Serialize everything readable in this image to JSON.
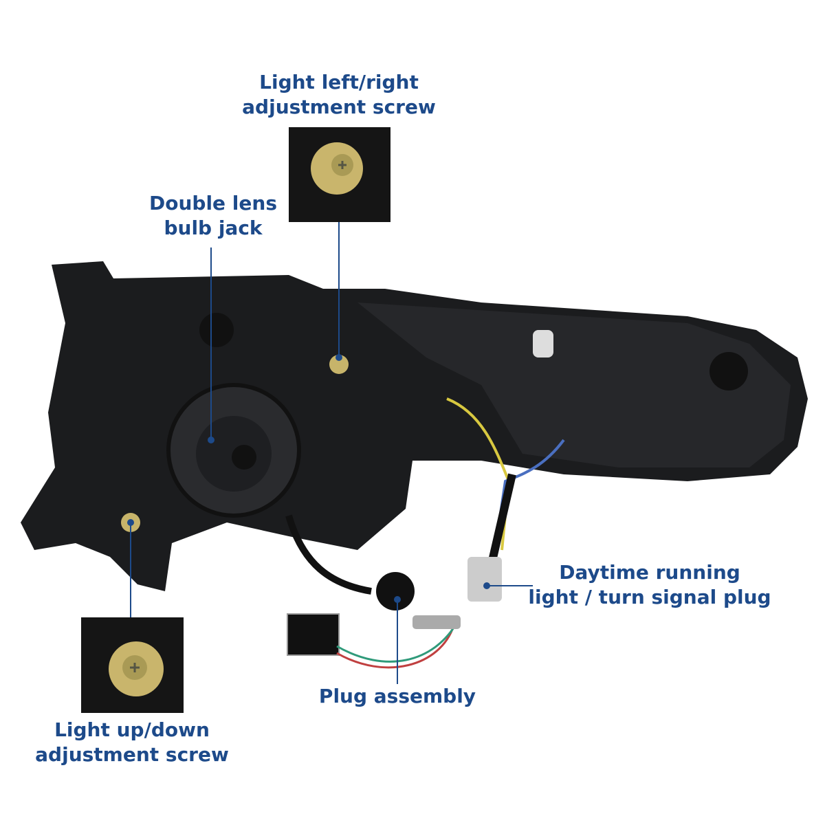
{
  "colors": {
    "label": "#1d4a8a",
    "callout_line": "#1d4a8a",
    "housing": "#1b1c1e",
    "background": "#ffffff"
  },
  "callouts": [
    {
      "id": "lr-screw",
      "lines": [
        "Light left/right",
        "adjustment screw"
      ]
    },
    {
      "id": "bulb-jack",
      "lines": [
        "Double lens",
        "bulb jack"
      ]
    },
    {
      "id": "ud-screw",
      "lines": [
        "Light up/down",
        "adjustment screw"
      ]
    },
    {
      "id": "drl-plug",
      "lines": [
        "Daytime running",
        "light / turn signal plug"
      ]
    },
    {
      "id": "plug-assembly",
      "lines": [
        "Plug assembly"
      ]
    }
  ]
}
